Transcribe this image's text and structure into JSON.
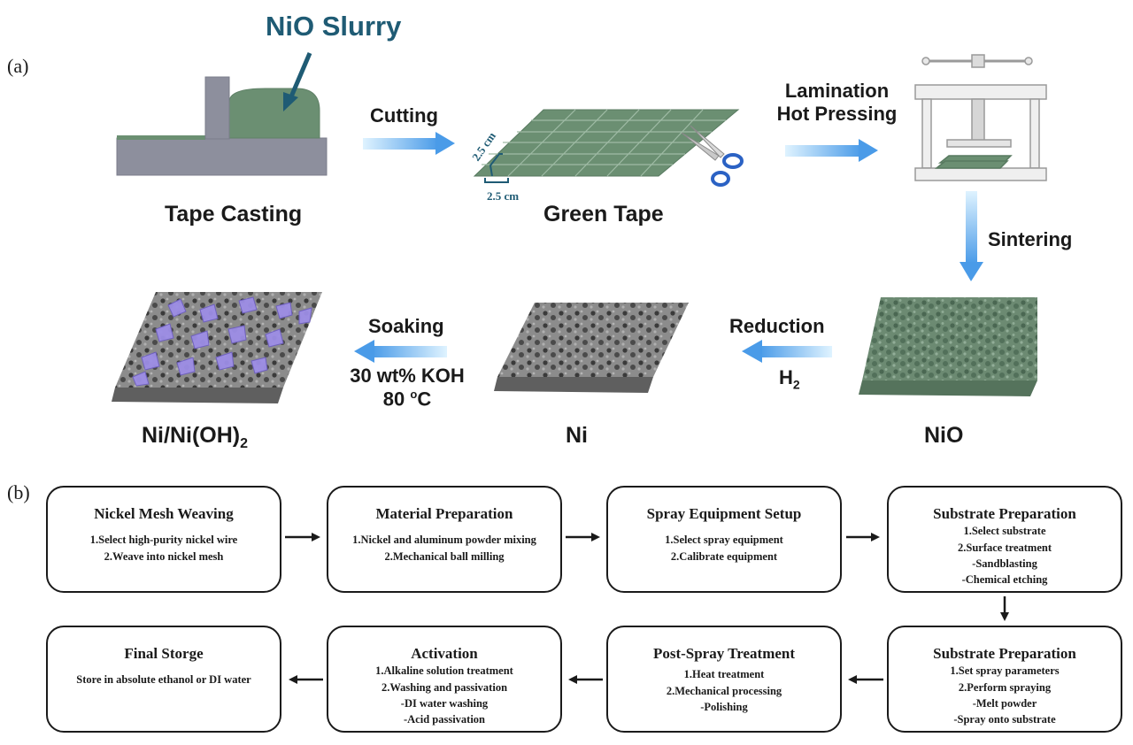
{
  "panel_a": {
    "label": "(a)",
    "slurry_label": "NiO Slurry",
    "stages": {
      "tape_casting": "Tape Casting",
      "green_tape": "Green Tape",
      "nio": "NiO",
      "ni": "Ni",
      "ni_oh2": "Ni/Ni(OH)",
      "ni_oh2_sub": "2"
    },
    "steps": {
      "cutting": "Cutting",
      "lamination_1": "Lamination",
      "lamination_2": "Hot Pressing",
      "sintering": "Sintering",
      "reduction": "Reduction",
      "reduction_gas": "H",
      "reduction_gas_sub": "2",
      "soaking": "Soaking",
      "soaking_cond_1": "30 wt% KOH",
      "soaking_cond_2": "80 ",
      "soaking_cond_2_sup": "o",
      "soaking_cond_2_end": "C"
    },
    "dimension_1": "2.5 cm",
    "dimension_2": "2.5 cm",
    "colors": {
      "green": "#6b8f72",
      "arrow_blue": "#4a9be8",
      "slurry_text": "#1f5b74",
      "gray": "#8d8f9d",
      "purple": "#9d8ee6"
    }
  },
  "panel_b": {
    "label": "(b)",
    "boxes": [
      {
        "title": "Nickel Mesh Weaving",
        "items": [
          "1.Select high-purity nickel wire",
          "2.Weave into nickel mesh"
        ]
      },
      {
        "title": "Material Preparation",
        "items": [
          "1.Nickel and aluminum powder mixing",
          "2.Mechanical ball milling"
        ]
      },
      {
        "title": "Spray Equipment Setup",
        "items": [
          "1.Select spray equipment",
          "2.Calibrate equipment"
        ]
      },
      {
        "title": "Substrate Preparation",
        "items": [
          "1.Select substrate",
          "2.Surface treatment",
          "-Sandblasting",
          "-Chemical etching"
        ]
      },
      {
        "title": "Substrate Preparation",
        "items": [
          "1.Set spray parameters",
          "2.Perform spraying",
          "-Melt powder",
          "-Spray onto substrate"
        ]
      },
      {
        "title": "Post-Spray Treatment",
        "items": [
          "1.Heat treatment",
          "2.Mechanical processing",
          "-Polishing"
        ]
      },
      {
        "title": "Activation",
        "items": [
          "1.Alkaline solution treatment",
          "2.Washing and passivation",
          "-DI water washing",
          "-Acid passivation"
        ]
      },
      {
        "title": "Final Storge",
        "items": [
          "Store in absolute ethanol or DI water"
        ]
      }
    ]
  }
}
